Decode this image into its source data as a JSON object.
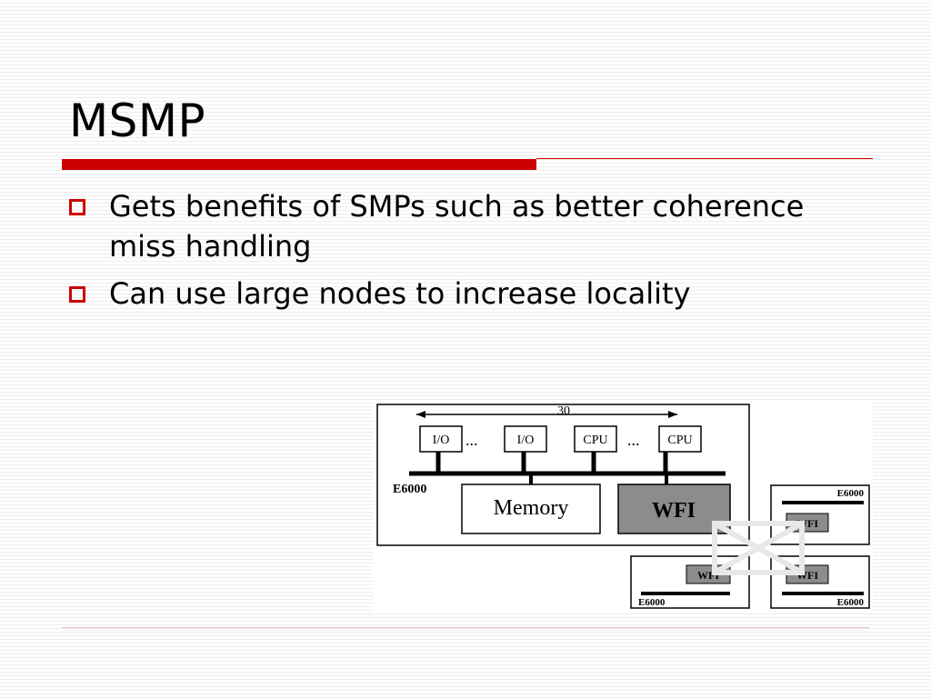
{
  "slide": {
    "title": "MSMP",
    "bullets": [
      "Gets benefits of SMPs such as better coherence miss handling",
      "Can use large nodes to increase locality"
    ]
  },
  "diagram": {
    "width_label": "30",
    "node_label": "E6000",
    "io_label": "I/O",
    "cpu_label": "CPU",
    "ellipsis": "...",
    "memory_label": "Memory",
    "wfi_label": "WFI",
    "small_node_label": "E6000",
    "small_wfi_label": "WFI"
  },
  "colors": {
    "accent": "#cc0000",
    "wfi_fill": "#8c8c8c"
  }
}
